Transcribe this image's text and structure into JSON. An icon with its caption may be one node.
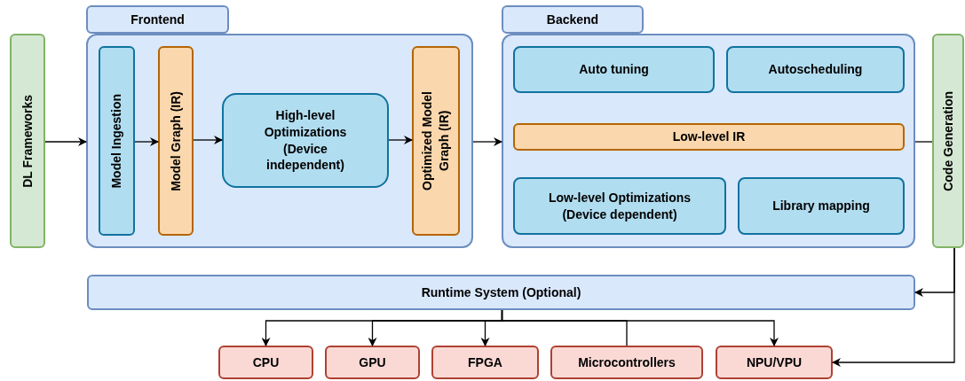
{
  "diagram": {
    "nodes": [
      {
        "text": [
          "DL Frameworks"
        ]
      },
      {
        "text": [
          "Frontend"
        ]
      },
      {
        "text": [
          "Model Ingestion"
        ],
        "in": 1
      },
      {
        "text": [
          "Model Graph (IR)"
        ],
        "in": 1
      },
      {
        "text": [
          "High-level Optimizations (Device independent)"
        ],
        "in": 1
      },
      {
        "text": [
          "Optimized Model Graph (IR)"
        ],
        "in": 1
      },
      {
        "text": [
          "Backend"
        ]
      },
      {
        "text": [
          "Auto tuning"
        ],
        "in": 6
      },
      {
        "text": [
          "Autoscheduling"
        ],
        "in": 6
      },
      {
        "text": [
          "Low-level IR"
        ],
        "in": 6
      },
      {
        "text": [
          "Low-level Optimizations (Device dependent)"
        ],
        "in": 6
      },
      {
        "text": [
          "Library mapping"
        ],
        "in": 6
      },
      {
        "text": [
          "Code Generation"
        ]
      },
      {
        "text": [
          "Runtime System (Optional)"
        ]
      },
      {
        "text": [
          "CPU"
        ]
      },
      {
        "text": [
          "GPU"
        ]
      },
      {
        "text": [
          "FPGA"
        ]
      },
      {
        "text": [
          "Microcontrollers"
        ]
      },
      {
        "text": [
          "NPU/VPU"
        ]
      }
    ],
    "edges": [
      {
        "from": 0,
        "to": 1,
        "arrow": "to"
      },
      {
        "from": 2,
        "to": 3,
        "arrow": "to"
      },
      {
        "from": 3,
        "to": 4,
        "arrow": "to"
      },
      {
        "from": 4,
        "to": 5,
        "arrow": "to"
      },
      {
        "from": 1,
        "to": 6,
        "arrow": "to"
      },
      {
        "from": 6,
        "to": 12,
        "arrow": "none"
      },
      {
        "from": 12,
        "to": 13,
        "arrow": "to"
      },
      {
        "from": 12,
        "to": 18,
        "arrow": "to"
      },
      {
        "from": 13,
        "to": 14,
        "arrow": "to"
      },
      {
        "from": 13,
        "to": 15,
        "arrow": "to"
      },
      {
        "from": 13,
        "to": 16,
        "arrow": "to"
      },
      {
        "from": 13,
        "to": 17,
        "arrow": "none"
      },
      {
        "from": 13,
        "to": 18,
        "arrow": "to"
      }
    ]
  }
}
